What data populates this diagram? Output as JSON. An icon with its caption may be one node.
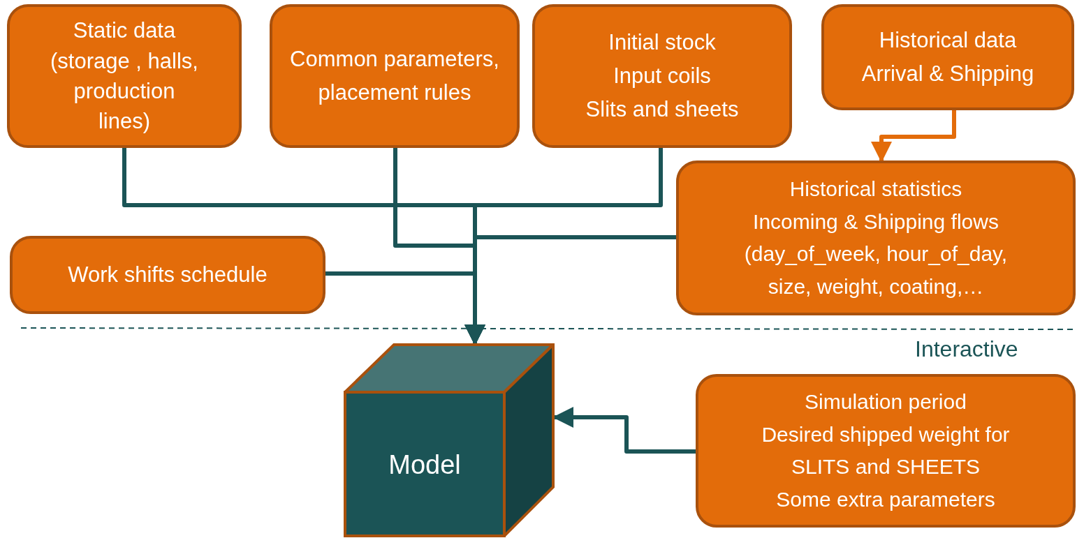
{
  "diagram": {
    "nodes": [
      {
        "text": [
          "Static data",
          "(storage , halls, production lines)"
        ]
      },
      {
        "text": [
          "Common parameters, placement rules"
        ]
      },
      {
        "text": [
          "Initial stock",
          "Input coils",
          "Slits and sheets"
        ]
      },
      {
        "text": [
          "Historical data",
          "Arrival & Shipping"
        ]
      },
      {
        "text": [
          "Historical statistics",
          "Incoming & Shipping flows",
          "(day_of_week, hour_of_day, size,  weight, coating,…"
        ]
      },
      {
        "text": [
          "Work shifts schedule"
        ]
      },
      {
        "text": [
          "Model"
        ]
      },
      {
        "text": [
          "Simulation period",
          "Desired shipped weight for SLITS and SHEETS",
          "Some extra parameters"
        ]
      }
    ],
    "edges": [
      {
        "from": 3,
        "to": 4,
        "arrow": "to",
        "color": "#e36c0a"
      },
      {
        "from": 0,
        "to": 6,
        "arrow": "to"
      },
      {
        "from": 1,
        "to": 6,
        "arrow": "to"
      },
      {
        "from": 2,
        "to": 6,
        "arrow": "to"
      },
      {
        "from": 4,
        "to": 6,
        "arrow": "to"
      },
      {
        "from": 5,
        "to": 6,
        "arrow": "to"
      },
      {
        "from": 7,
        "to": 6,
        "arrow": "to"
      }
    ],
    "labels": [
      "Interactive"
    ]
  }
}
